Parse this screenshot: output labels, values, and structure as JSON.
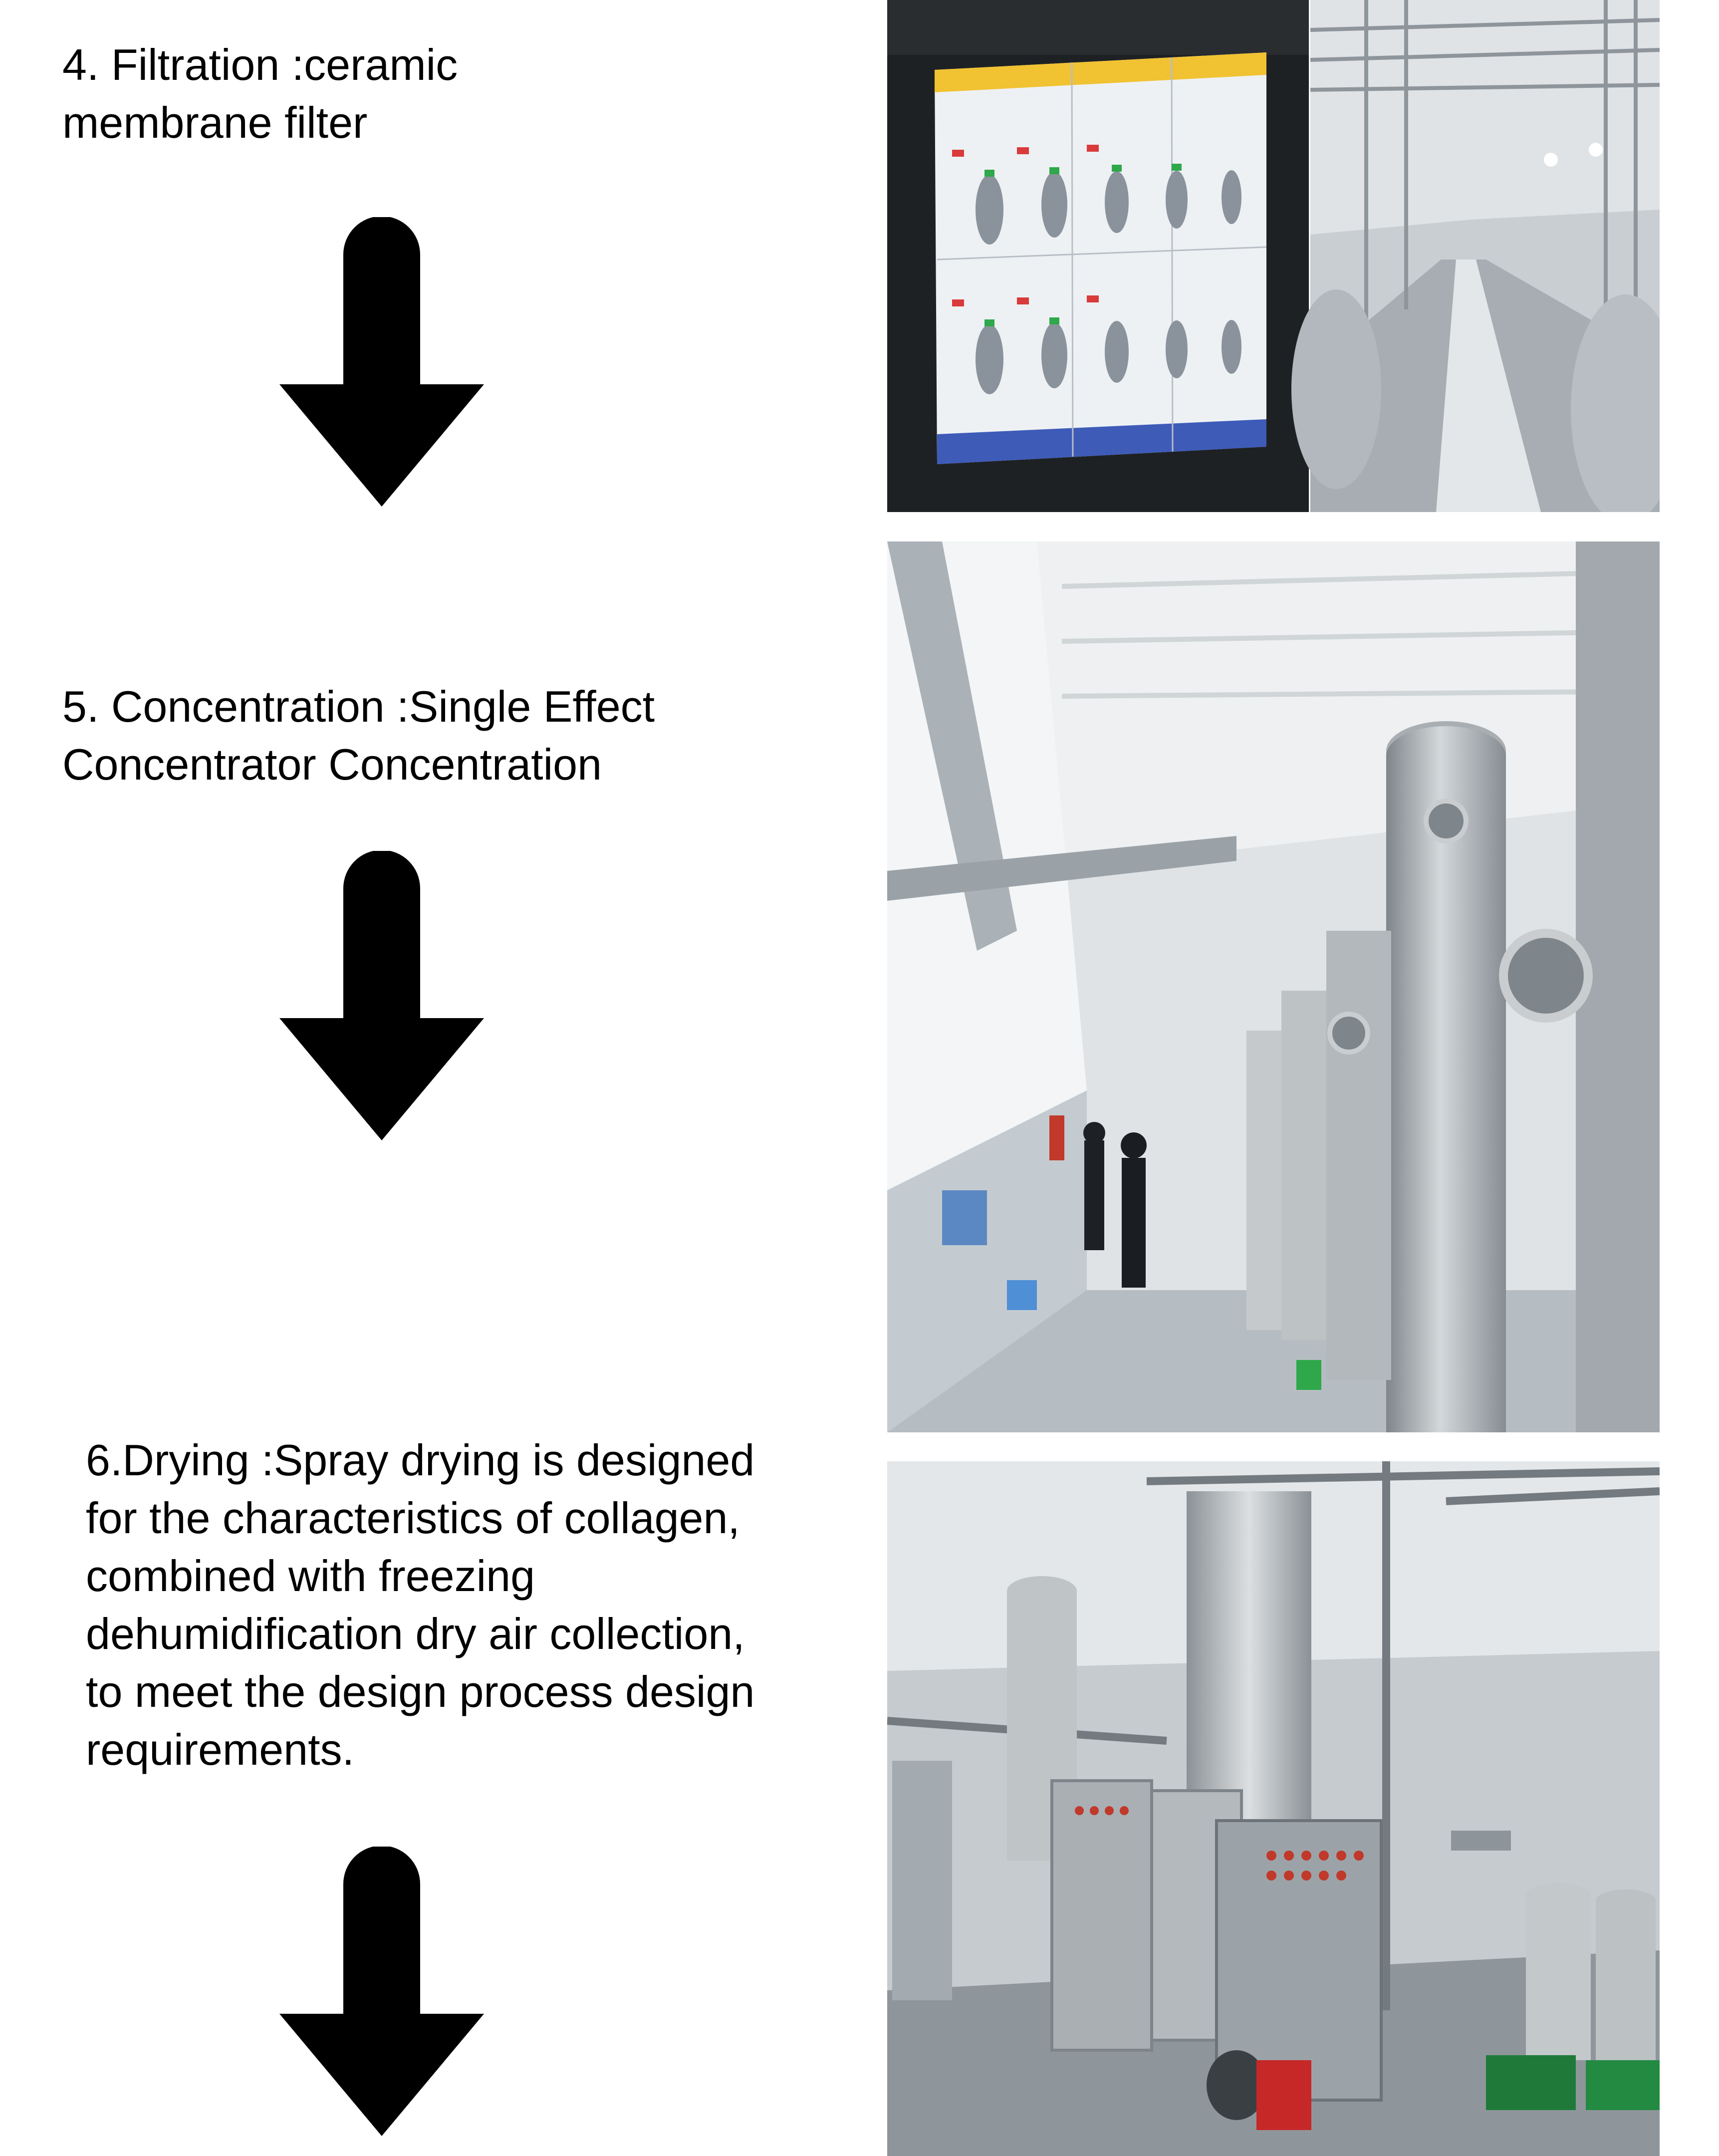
{
  "steps": [
    {
      "text": "4.  Filtration :ceramic\nmembrane filter"
    },
    {
      "text": "5. Concentration :Single Effect\nConcentrator Concentration"
    },
    {
      "text": "6.Drying :Spray drying is designed\nfor the characteristics of collagen,\ncombined with freezing\ndehumidification dry air collection,\nto meet the design process design\nrequirements."
    }
  ],
  "icons": {
    "arrow": "arrow-down-icon"
  },
  "colors": {
    "text": "#000000",
    "arrow": "#000000",
    "background": "#ffffff"
  }
}
